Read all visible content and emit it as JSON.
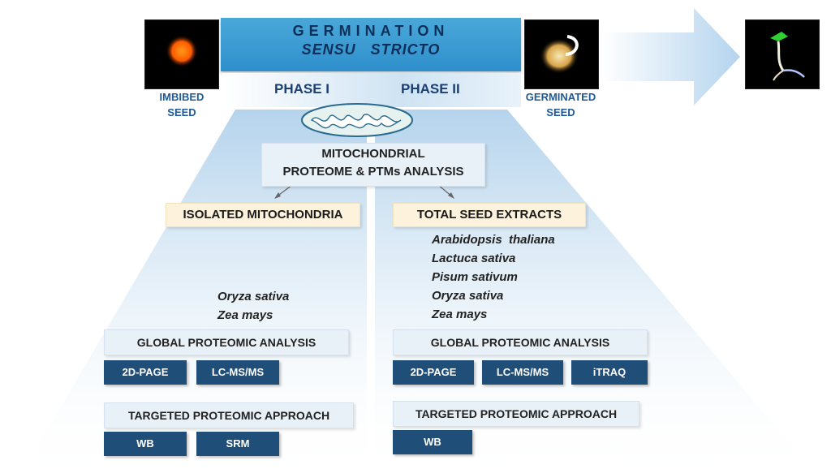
{
  "germination": {
    "title": "GERMINATION",
    "subtitle": "SENSU STRICTO",
    "phase1": "PHASE I",
    "phase2": "PHASE II"
  },
  "captions": {
    "imbibed_line1": "IMBIBED",
    "imbibed_line2": "SEED",
    "germinated_line1": "GERMINATED",
    "germinated_line2": "SEED"
  },
  "main_box": {
    "line1": "MITOCHONDRIAL",
    "line2": "PROTEOME & PTMs ANALYSIS"
  },
  "left": {
    "header": "ISOLATED MITOCHONDRIA",
    "species": [
      "Oryza sativa",
      "Zea mays"
    ],
    "global": "GLOBAL PROTEOMIC ANALYSIS",
    "global_methods": [
      "2D-PAGE",
      "LC-MS/MS"
    ],
    "targeted": "TARGETED PROTEOMIC APPROACH",
    "targeted_methods": [
      "WB",
      "SRM"
    ]
  },
  "right": {
    "header": "TOTAL SEED EXTRACTS",
    "species": [
      "Arabidopsis  thaliana",
      "Lactuca sativa",
      "Pisum sativum",
      "Oryza sativa",
      "Zea mays"
    ],
    "global": "GLOBAL PROTEOMIC ANALYSIS",
    "global_methods": [
      "2D-PAGE",
      "LC-MS/MS",
      "iTRAQ"
    ],
    "targeted": "TARGETED PROTEOMIC APPROACH",
    "targeted_methods": [
      "WB"
    ]
  },
  "colors": {
    "banner": "#3a9ad3",
    "method_tag": "#1f4e79",
    "cream_header": "#fdf3dc",
    "funnel": "#bcd9ee",
    "arrow": "#c7e0f2"
  }
}
